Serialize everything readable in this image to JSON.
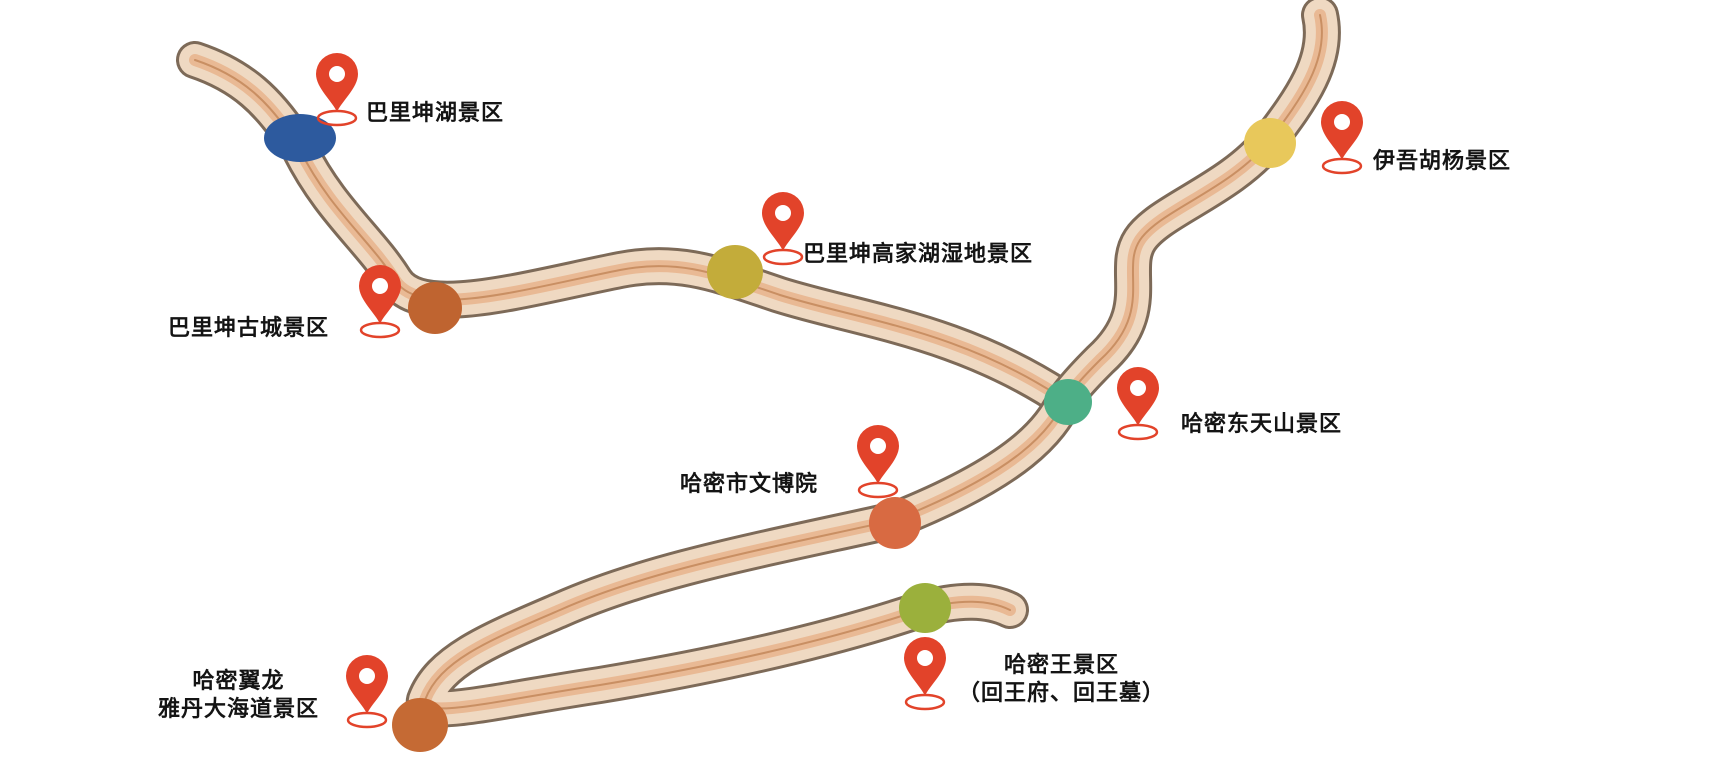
{
  "map": {
    "colors": {
      "road_body": "#efd9c2",
      "road_band": "#e9b994",
      "road_outline": "#7d6a58",
      "pin": "#e2432a"
    },
    "places": [
      {
        "id": "balikun-lake",
        "lines": [
          "巴里坤湖景区"
        ],
        "dot_color": "#2d5a9e"
      },
      {
        "id": "balikun-old-city",
        "lines": [
          "巴里坤古城景区"
        ],
        "dot_color": "#bf6430"
      },
      {
        "id": "balikun-gaojia-wetland",
        "lines": [
          "巴里坤高家湖湿地景区"
        ],
        "dot_color": "#c3ac3a"
      },
      {
        "id": "yiwu-poplar",
        "lines": [
          "伊吾胡杨景区"
        ],
        "dot_color": "#e8c85b"
      },
      {
        "id": "hami-east-tianshan",
        "lines": [
          "哈密东天山景区"
        ],
        "dot_color": "#4daf87"
      },
      {
        "id": "hami-museum",
        "lines": [
          "哈密市文博院"
        ],
        "dot_color": "#d86a42"
      },
      {
        "id": "hami-king",
        "lines": [
          "哈密王景区",
          "（回王府、回王墓）"
        ],
        "dot_color": "#9bb03c"
      },
      {
        "id": "hami-yardang",
        "lines": [
          "哈密翼龙",
          "雅丹大海道景区"
        ],
        "dot_color": "#c56a34"
      }
    ]
  }
}
